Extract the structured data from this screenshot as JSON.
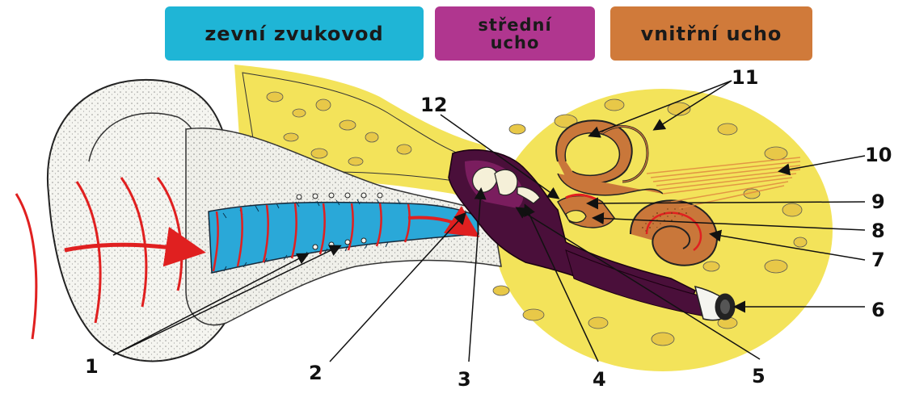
{
  "headers": {
    "outer": "zevní zvukovod",
    "middle": "střední\nucho",
    "inner": "vnitřní ucho"
  },
  "labels": [
    "1",
    "2",
    "3",
    "4",
    "5",
    "6",
    "7",
    "8",
    "9",
    "10",
    "11",
    "12"
  ],
  "colors": {
    "outer_header": "#1fb5d6",
    "middle_header": "#b0368f",
    "inner_header": "#d07a3a",
    "bone": "#f3e35a",
    "canal": "#2aa8d8",
    "middle_ear": "#4a0f3a",
    "cochlea": "#c9773a",
    "sound_waves": "#e02020"
  }
}
